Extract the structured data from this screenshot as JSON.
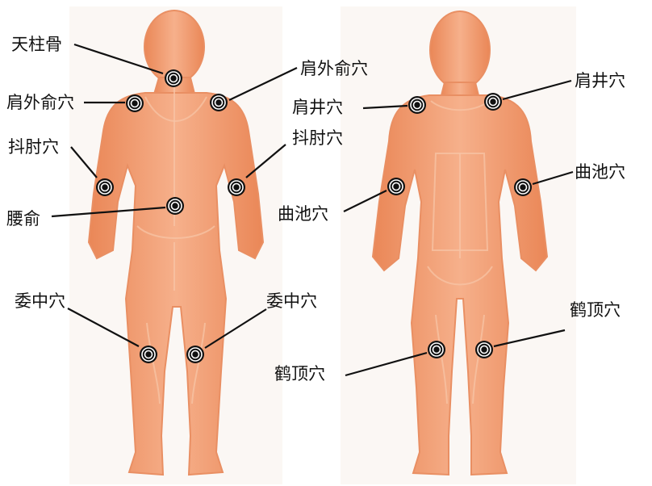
{
  "diagram": {
    "colors": {
      "skin_light": "#f6b08b",
      "skin_dark": "#ea8757",
      "outline": "#e98f63",
      "marker": "#111111"
    },
    "back_view": {
      "points": [
        {
          "id": "tianzhugu",
          "label": "天柱骨"
        },
        {
          "id": "jianwaishu-right",
          "label": "肩外俞穴"
        },
        {
          "id": "jianwaishu-left",
          "label": "肩外俞穴"
        },
        {
          "id": "douzhou-left",
          "label": "抖肘穴"
        },
        {
          "id": "douzhou-right",
          "label": "抖肘穴"
        },
        {
          "id": "yaoshu",
          "label": "腰俞"
        },
        {
          "id": "weizhong-left",
          "label": "委中穴"
        },
        {
          "id": "weizhong-right",
          "label": "委中穴"
        }
      ]
    },
    "front_view": {
      "points": [
        {
          "id": "jianjing-right",
          "label": "肩井穴"
        },
        {
          "id": "jianjing-left",
          "label": "肩井穴"
        },
        {
          "id": "quchi-right",
          "label": "曲池穴"
        },
        {
          "id": "quchi-left",
          "label": "曲池穴"
        },
        {
          "id": "heding-right",
          "label": "鹤顶穴"
        },
        {
          "id": "heding-left",
          "label": "鹤顶穴"
        }
      ]
    }
  }
}
